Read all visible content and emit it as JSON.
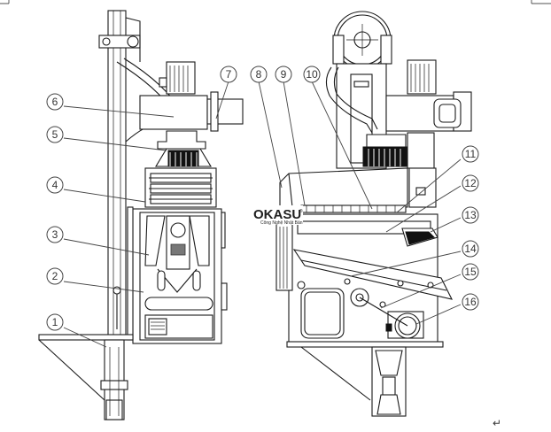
{
  "callouts": [
    "1",
    "2",
    "3",
    "4",
    "5",
    "6",
    "7",
    "8",
    "9",
    "10",
    "11",
    "12",
    "13",
    "14",
    "15",
    "16"
  ],
  "logo": {
    "text": "OKASU",
    "registered": "®",
    "subtitle": "Công Nghệ Nhật Bản"
  },
  "corner_mark": "↵"
}
